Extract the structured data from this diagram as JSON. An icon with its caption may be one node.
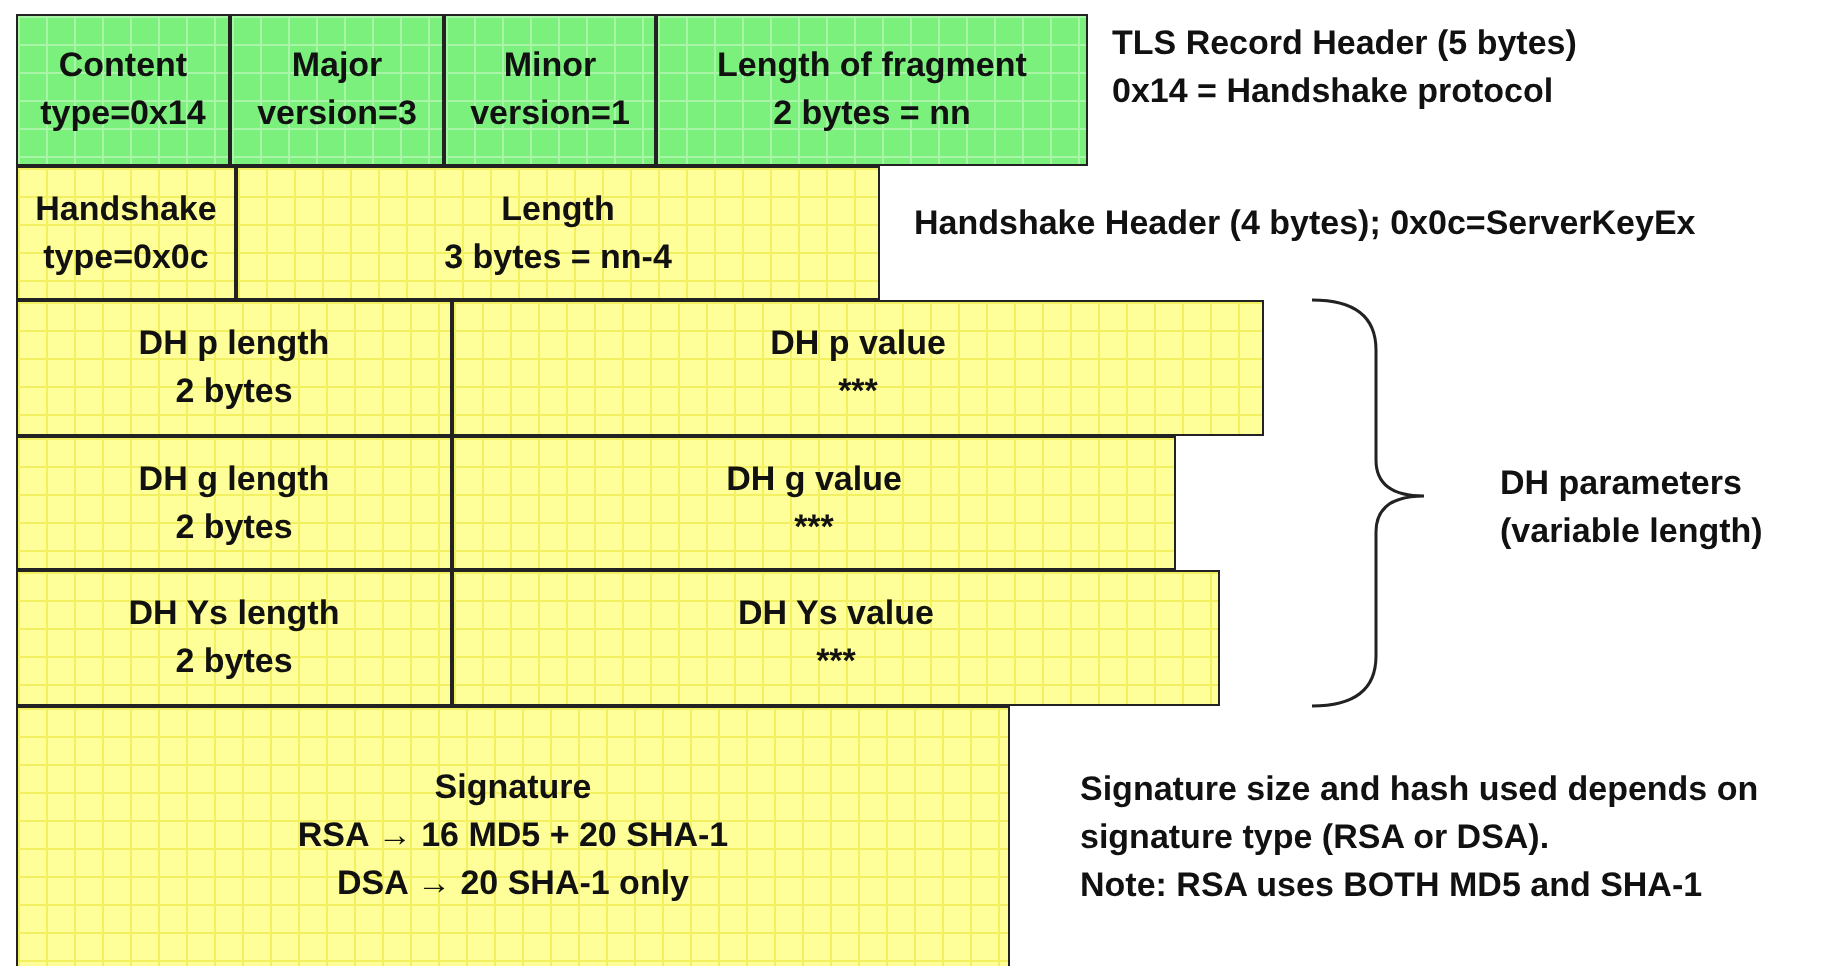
{
  "diagram": {
    "nodes": [
      {
        "text": [
          "Content",
          "type=0x14"
        ]
      },
      {
        "text": [
          "Major",
          "version=3"
        ]
      },
      {
        "text": [
          "Minor",
          "version=1"
        ]
      },
      {
        "text": [
          "Length of fragment",
          "2 bytes = nn"
        ]
      },
      {
        "text": [
          "Handshake",
          "type=0x0c"
        ]
      },
      {
        "text": [
          "Length",
          "3 bytes = nn-4"
        ]
      },
      {
        "text": [
          "DH p length",
          "2 bytes"
        ]
      },
      {
        "text": [
          "DH p value",
          "***"
        ]
      },
      {
        "text": [
          "DH g length",
          "2 bytes"
        ]
      },
      {
        "text": [
          "DH g value",
          "***"
        ]
      },
      {
        "text": [
          "DH Ys length",
          "2 bytes"
        ]
      },
      {
        "text": [
          "DH Ys value",
          "***"
        ]
      },
      {
        "text": [
          "Signature",
          "RSA → 16 MD5 + 20 SHA-1",
          "DSA → 20 SHA-1 only"
        ]
      }
    ],
    "labels": [
      "TLS Record Header (5 bytes)",
      "0x14 = Handshake protocol",
      "Handshake Header (4 bytes); 0x0c=ServerKeyEx",
      "DH parameters (variable length)",
      "Signature size and hash used depends on signature type (RSA or DSA).",
      "Note: RSA uses BOTH MD5 and SHA-1"
    ]
  }
}
